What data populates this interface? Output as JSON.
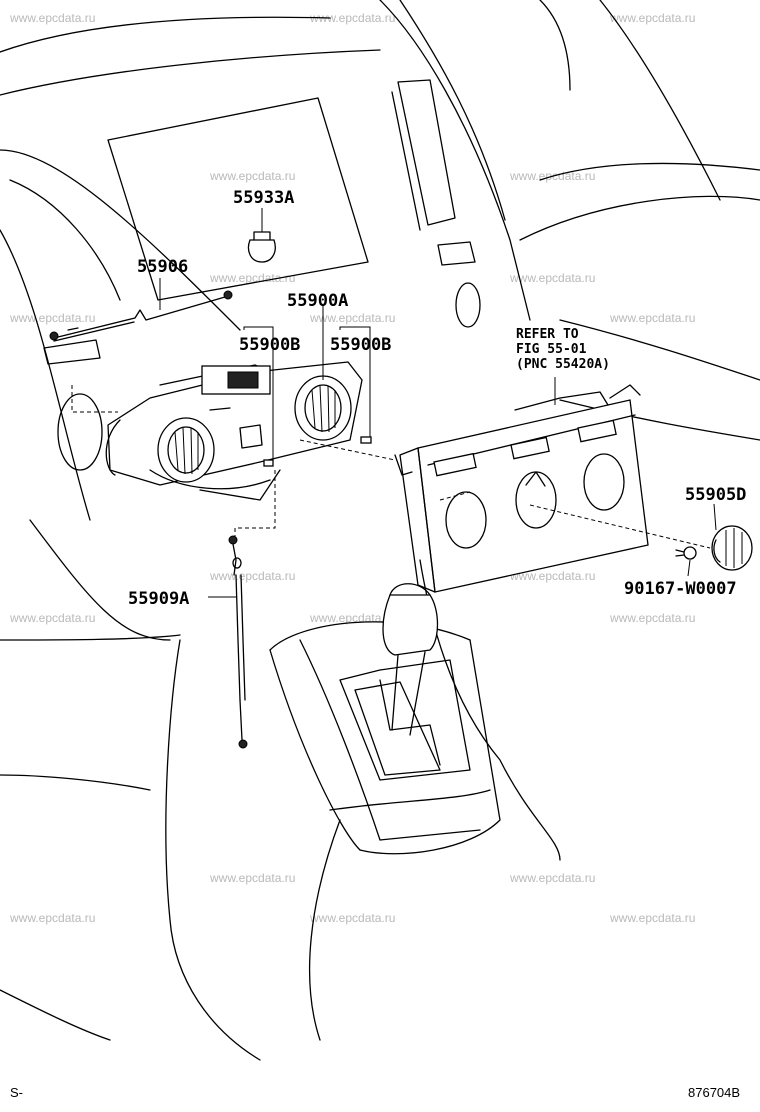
{
  "watermark": "www.epcdata.ru",
  "parts": {
    "p55933a": "55933A",
    "p55906": "55906",
    "p55900a": "55900A",
    "p55900b_left": "55900B",
    "p55900b_right": "55900B",
    "p55909a": "55909A",
    "p55905d": "55905D",
    "p90167": "90167-W0007"
  },
  "refer": {
    "line1": "REFER TO",
    "line2": "FIG 55-01",
    "line3": "(PNC 55420A)"
  },
  "footer": {
    "left": "S-",
    "right": "876704B"
  }
}
